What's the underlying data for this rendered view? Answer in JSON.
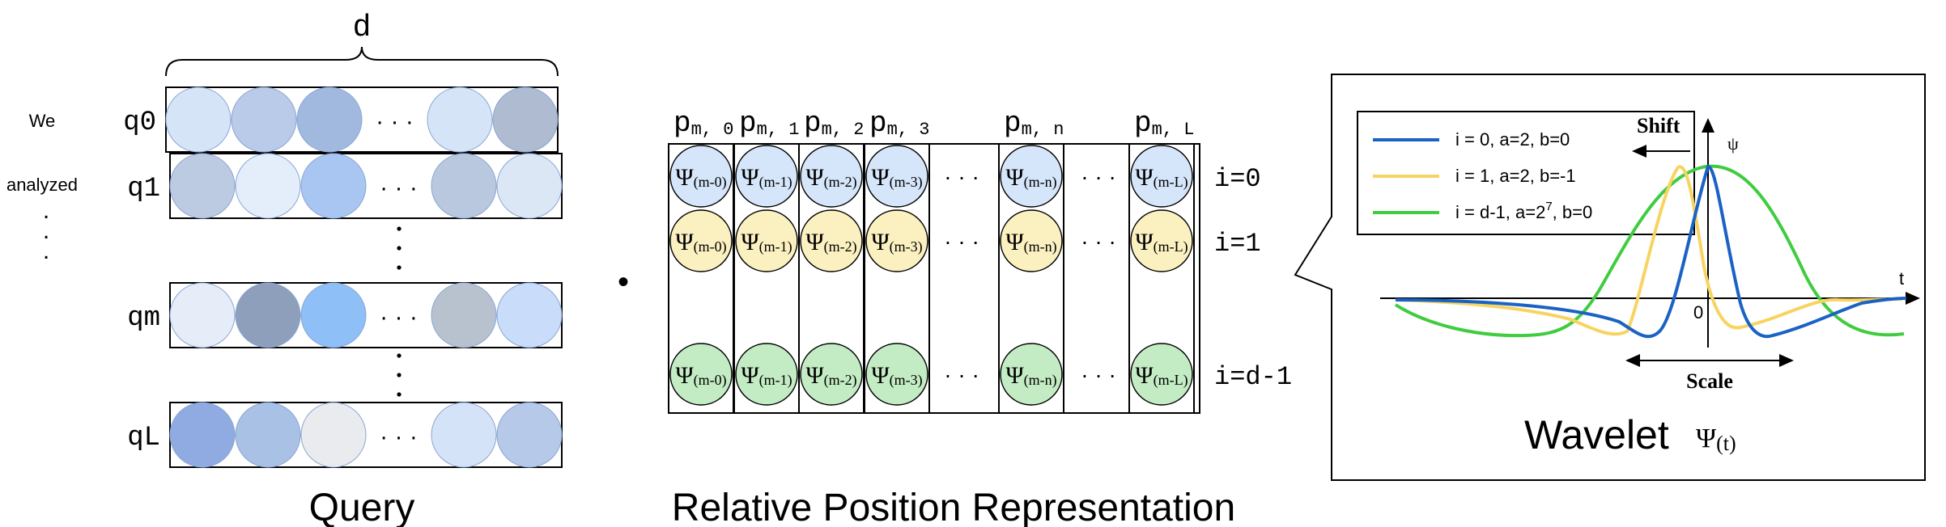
{
  "query": {
    "dim_label": "d",
    "side_words": [
      "We",
      "analyzed"
    ],
    "rows": [
      {
        "label": "q0",
        "colors": [
          "#d6e4f8",
          "#b9cbe8",
          "#a2b9df",
          "#d6e4f8",
          "#aebbd0"
        ]
      },
      {
        "label": "q1",
        "colors": [
          "#bccbe2",
          "#e4edfa",
          "#a9c6f2",
          "#b9c8de",
          "#dce7f6"
        ]
      },
      {
        "label": "qm",
        "colors": [
          "#e6edf8",
          "#8d9fbb",
          "#8fbff7",
          "#b8c2cf",
          "#c9dcfa"
        ]
      },
      {
        "label": "qL",
        "colors": [
          "#8fabe2",
          "#a9c1e4",
          "#e9ebee",
          "#d4e3f8",
          "#b6c9e9"
        ]
      }
    ],
    "caption": "Query"
  },
  "dot_operator": "•",
  "relpos": {
    "columns": [
      {
        "p": "p",
        "sub": "m, 0",
        "psi_sub": "(m-0)"
      },
      {
        "p": "p",
        "sub": "m, 1",
        "psi_sub": "(m-1)"
      },
      {
        "p": "p",
        "sub": "m, 2",
        "psi_sub": "(m-2)"
      },
      {
        "p": "p",
        "sub": "m, 3",
        "psi_sub": "(m-3)"
      },
      {
        "p": "p",
        "sub": "m, n",
        "psi_sub": "(m-n)"
      },
      {
        "p": "p",
        "sub": "m, L",
        "psi_sub": "(m-L)"
      }
    ],
    "psi_symbol": "Ψ",
    "rows": [
      {
        "label": "i=0",
        "fill": "#d5e6fa"
      },
      {
        "label": "i=1",
        "fill": "#fbf0c0"
      },
      {
        "label": "i=d-1",
        "fill": "#c4ecc4"
      }
    ],
    "caption": "Relative Position Representation"
  },
  "ellipsis": "· · ·",
  "wavelet": {
    "legend": [
      {
        "text": "i = 0, a=2, b=0",
        "color": "#1a62c4"
      },
      {
        "text": "i = 1, a=2, b=-1",
        "color": "#f7d462"
      },
      {
        "text_pre": "i = d-1, a=2",
        "sup": "7",
        "text_post": ", b=0",
        "color": "#3fcd3f"
      }
    ],
    "shift_label": "Shift",
    "scale_label": "Scale",
    "psi_axis": "ψ",
    "t_axis": "t",
    "zero": "0",
    "caption": "Wavelet",
    "caption_formula": "Ψ",
    "caption_formula_sub": "(t)"
  }
}
